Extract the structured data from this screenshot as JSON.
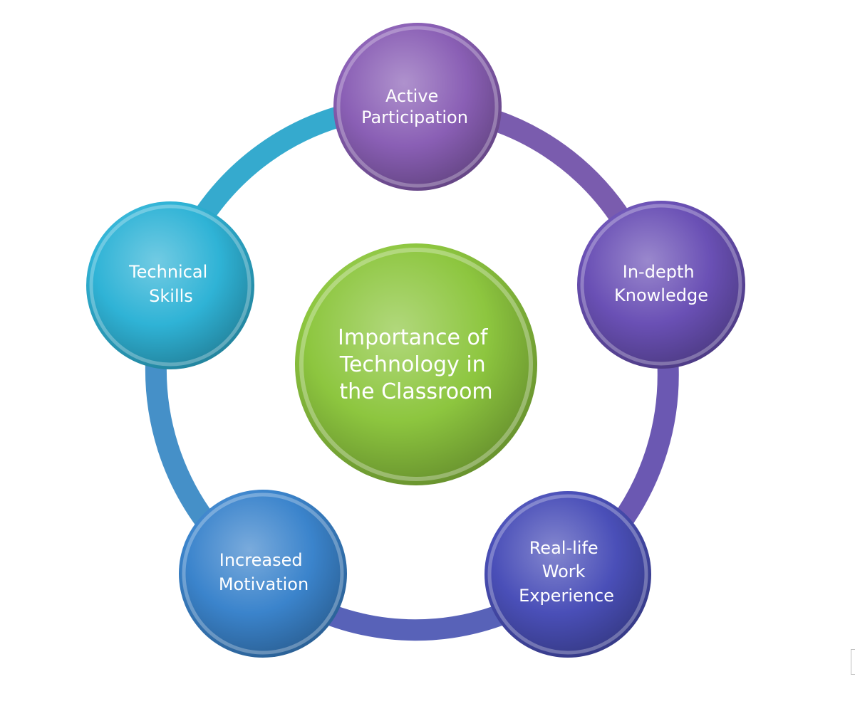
{
  "diagram": {
    "center": {
      "lines": [
        "Importance of",
        "Technology in",
        "the Classroom"
      ],
      "color": "#8dc63f"
    },
    "nodes": [
      {
        "id": "active-participation",
        "lines": [
          "Active",
          "Participation"
        ],
        "color": "#8a5fb5"
      },
      {
        "id": "in-depth-knowledge",
        "lines": [
          "In-depth",
          "Knowledge"
        ],
        "color": "#6a50b5"
      },
      {
        "id": "real-life-work-experience",
        "lines": [
          "Real-life",
          "Work",
          "Experience"
        ],
        "color": "#4a4fb8"
      },
      {
        "id": "increased-motivation",
        "lines": [
          "Increased",
          "Motivation"
        ],
        "color": "#3b84cc"
      },
      {
        "id": "technical-skills",
        "lines": [
          "Technical",
          "Skills"
        ],
        "color": "#2fb3d6"
      }
    ],
    "ring_colors": [
      "#7a5cae",
      "#6b58b2",
      "#5862b8",
      "#4590c8",
      "#35aace"
    ]
  }
}
